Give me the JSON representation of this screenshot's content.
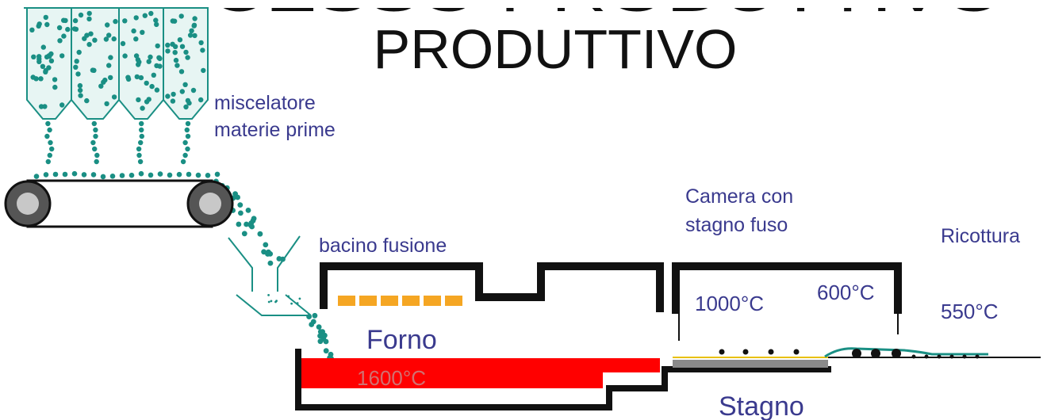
{
  "title_top": "PROCESSO PRODUTTIVO",
  "title": "PRODUTTIVO",
  "labels": {
    "mixer_line1": "miscelatore",
    "mixer_line2": "materie prime",
    "melting": "bacino fusione",
    "chamber_line1": "Camera con",
    "chamber_line2": "stagno fuso",
    "annealing": "Ricottura",
    "furnace": "Forno",
    "tin": "Stagno"
  },
  "temperatures": {
    "furnace": "1600°C",
    "chamber_in": "1000°C",
    "chamber_out": "600°C",
    "annealing": "550°C"
  },
  "colors": {
    "granule": "#1a8f84",
    "hopper_fill": "#e7f5f3",
    "molten_glass": "#ff0000",
    "heater": "#f5a623",
    "tin_bath": "#8a8a8a",
    "wall": "#111111",
    "label_text": "#3a3a8e"
  }
}
